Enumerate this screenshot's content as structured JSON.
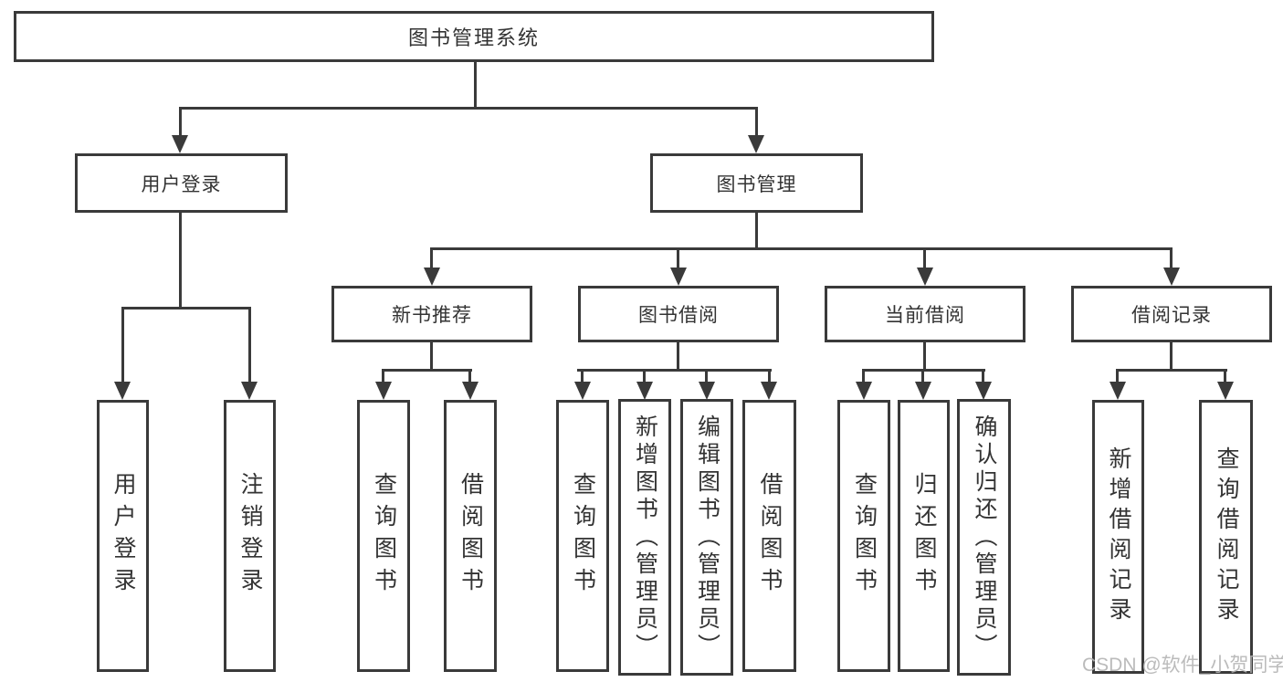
{
  "diagram": {
    "root": {
      "label": "图书管理系统"
    },
    "level2": {
      "user_login": {
        "label": "用户登录"
      },
      "book_mgmt": {
        "label": "图书管理"
      }
    },
    "level3": {
      "new_books": {
        "label": "新书推荐"
      },
      "book_borrow": {
        "label": "图书借阅"
      },
      "current_borrow": {
        "label": "当前借阅"
      },
      "borrow_records": {
        "label": "借阅记录"
      }
    },
    "level4": {
      "user_login_item": {
        "label": "用户登录"
      },
      "logout": {
        "label": "注销登录"
      },
      "nb_query_books": {
        "label": "查询图书"
      },
      "nb_borrow_books": {
        "label": "借阅图书"
      },
      "bb_query_books": {
        "label": "查询图书"
      },
      "bb_add_books": {
        "label": "新增图书（管理员）"
      },
      "bb_edit_books": {
        "label": "编辑图书（管理员）"
      },
      "bb_borrow_books": {
        "label": "借阅图书"
      },
      "cb_query_books": {
        "label": "查询图书"
      },
      "cb_return_books": {
        "label": "归还图书"
      },
      "cb_confirm_return": {
        "label": "确认归还（管理员）"
      },
      "br_add_record": {
        "label": "新增借阅记录"
      },
      "br_query_record": {
        "label": "查询借阅记录"
      }
    }
  },
  "watermark": {
    "text": "CSDN @软件_小贺同学"
  },
  "colors": {
    "line": "#3a3a3a",
    "text": "#333333",
    "watermark": "#b4b4b4",
    "background": "#ffffff"
  }
}
